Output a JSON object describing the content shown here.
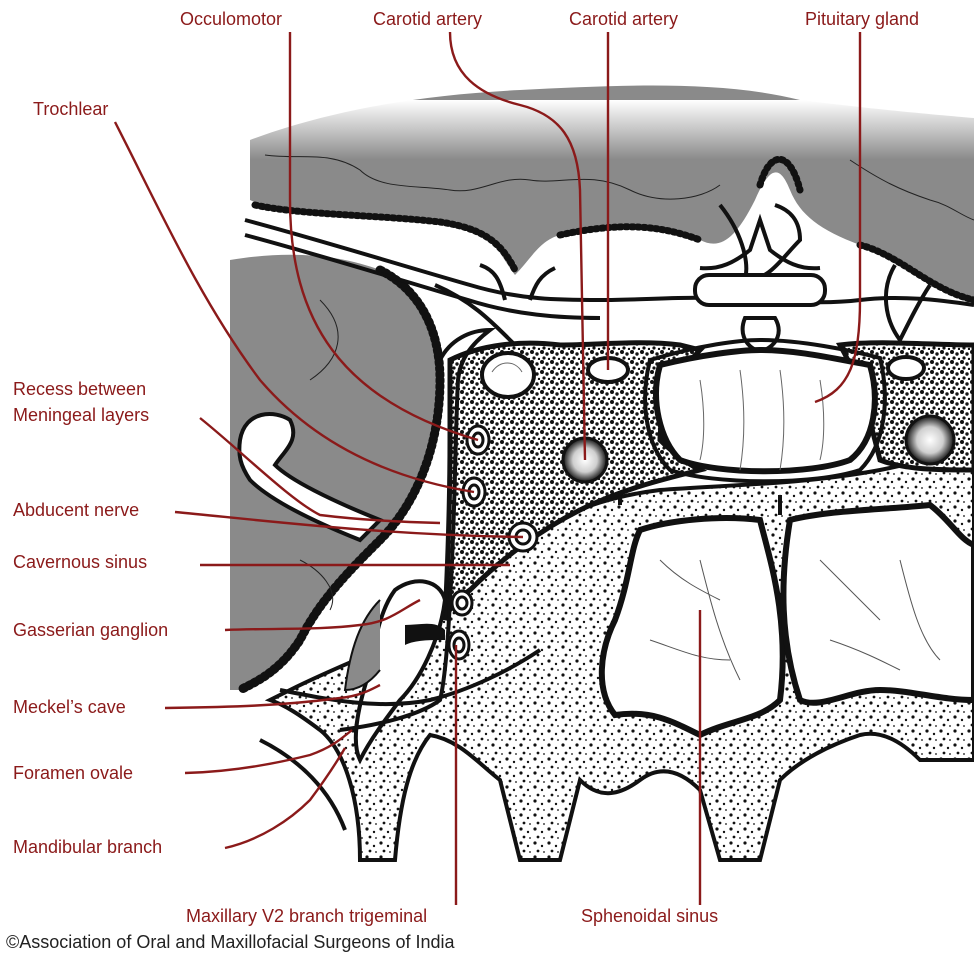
{
  "labels": {
    "occulomotor": "Occulomotor",
    "carotid_left": "Carotid artery",
    "carotid_right": "Carotid artery",
    "pituitary": "Pituitary gland",
    "trochlear": "Trochlear",
    "recess_line1": "Recess between",
    "recess_line2": "Meningeal layers",
    "abducent": "Abducent nerve",
    "cavernous": "Cavernous sinus",
    "gasserian": "Gasserian ganglion",
    "meckel": "Meckel’s cave",
    "foramen": "Foramen ovale",
    "mandibular": "Mandibular branch",
    "maxillary": "Maxillary V2 branch trigeminal",
    "sphenoidal": "Sphenoidal sinus"
  },
  "credit": "©Association of Oral and Maxillofacial Surgeons of India",
  "colors": {
    "label_text": "#8b1a1a",
    "leader_line": "#8b1a1a",
    "brain_fill": "#8a8a8a",
    "outline": "#111111",
    "credit_text": "#222222"
  }
}
